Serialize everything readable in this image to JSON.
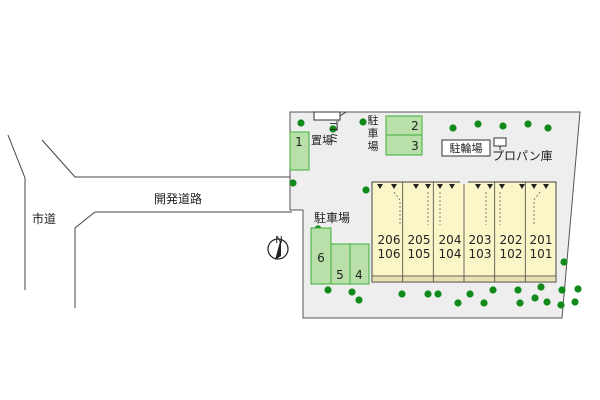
{
  "labels": {
    "city_road": "市道",
    "dev_road": "開発道路",
    "garbage": "ゴミ置場",
    "parking_top": "駐車場",
    "parking_left": "駐車場",
    "bike_parking": "駐輪場",
    "propane": "プロパン庫"
  },
  "north_label": "N",
  "parking_spaces": [
    "1",
    "2",
    "3",
    "4",
    "5",
    "6"
  ],
  "units": [
    {
      "upper": "206",
      "lower": "106"
    },
    {
      "upper": "205",
      "lower": "105"
    },
    {
      "upper": "204",
      "lower": "104"
    },
    {
      "upper": "203",
      "lower": "103"
    },
    {
      "upper": "202",
      "lower": "102"
    },
    {
      "upper": "201",
      "lower": "101"
    }
  ],
  "colors": {
    "site_fill": "#eeeeee",
    "parking_fill": "#b8e0a8",
    "parking_stroke": "#3fae3a",
    "building_fill": "#fbf6c8",
    "tree": "#118a1a"
  }
}
